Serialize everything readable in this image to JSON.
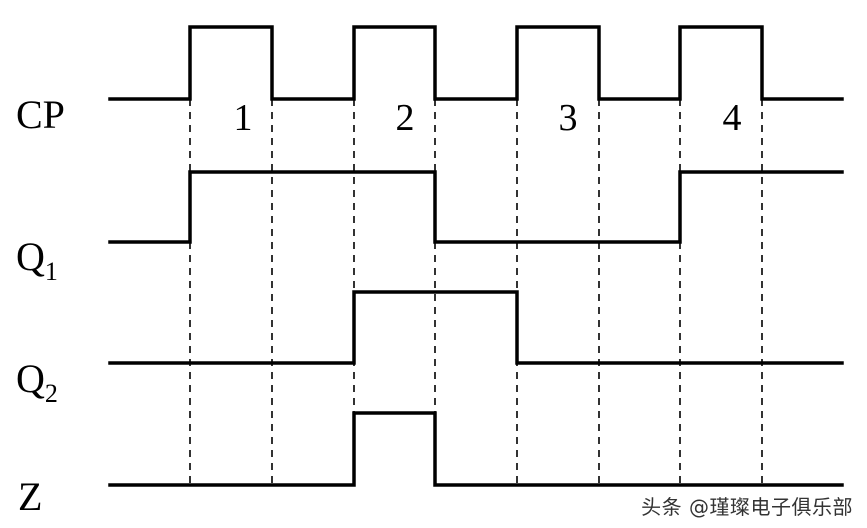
{
  "signals": [
    {
      "key": "cp",
      "name": "CP",
      "sub": "",
      "levels": [
        0,
        1,
        0,
        1,
        0,
        1,
        0,
        1,
        0
      ]
    },
    {
      "key": "q1",
      "name": "Q",
      "sub": "1",
      "levels": [
        0,
        1,
        1,
        1,
        0,
        0,
        0,
        1,
        1
      ]
    },
    {
      "key": "q2",
      "name": "Q",
      "sub": "2",
      "levels": [
        0,
        0,
        0,
        1,
        1,
        0,
        0,
        0,
        0
      ]
    },
    {
      "key": "z",
      "name": "Z",
      "sub": "",
      "levels": [
        0,
        0,
        0,
        1,
        0,
        0,
        0,
        0,
        0
      ]
    }
  ],
  "pulse_labels": [
    "1",
    "2",
    "3",
    "4"
  ],
  "watermark": "头条 @瑾璨电子俱乐部"
}
